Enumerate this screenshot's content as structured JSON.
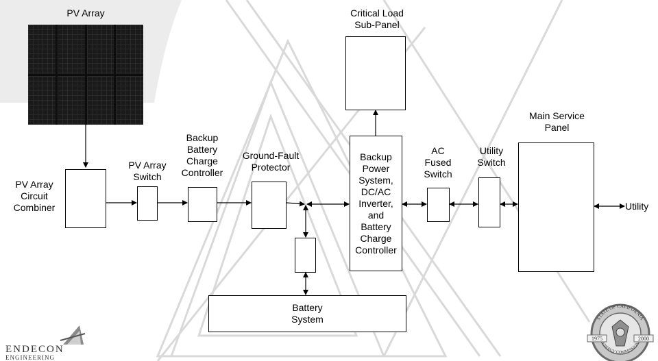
{
  "labels": {
    "pv_array": "PV Array",
    "critical_load": "Critical Load\nSub-Panel",
    "main_service": "Main Service\nPanel",
    "combiner": "PV Array\nCircuit\nCombiner",
    "pv_switch": "PV Array\nSwitch",
    "backup_charge_controller": "Backup\nBattery\nCharge\nController",
    "ground_fault": "Ground-Fault\nProtector",
    "backup_power": "Backup\nPower\nSystem,\nDC/AC\nInverter,\nand\nBattery\nCharge\nController",
    "ac_fused_switch": "AC\nFused\nSwitch",
    "utility_switch": "Utility\nSwitch",
    "utility": "Utility",
    "battery_system": "Battery\nSystem"
  },
  "logos": {
    "left_line1": "ENDECON",
    "left_line2": "ENGINEERING",
    "right_top": "STATE OF CALIFORNIA",
    "right_year_left": "1975",
    "right_year_right": "2000",
    "right_bottom": "ENERGY COMMISSION"
  },
  "colors": {
    "line": "#000000",
    "watermark": "#d6d6d6",
    "bg_shade": "#e9e9e9"
  }
}
